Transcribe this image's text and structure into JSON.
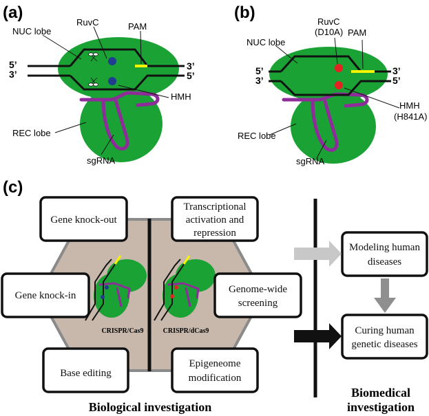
{
  "panel_a": {
    "letter": "(a)",
    "labels": {
      "nuc_lobe": "NUC lobe",
      "ruvc": "RuvC",
      "pam": "PAM",
      "five_prime_left": "5’",
      "three_prime_left": "3’",
      "three_prime_right": "3’",
      "five_prime_right": "5’",
      "hmh": "HMH",
      "rec_lobe": "REC lobe",
      "sgrna": "sgRNA"
    }
  },
  "panel_b": {
    "letter": "(b)",
    "labels": {
      "nuc_lobe": "NUC lobe",
      "ruvc": "RuvC",
      "ruvc_mut": "(D10A)",
      "pam": "PAM",
      "five_prime_left": "5’",
      "three_prime_left": "3’",
      "three_prime_right": "3’",
      "five_prime_right": "5’",
      "hmh": "HMH",
      "hmh_mut": "(H841A)",
      "rec_lobe": "REC lobe",
      "sgrna": "sgRNA"
    }
  },
  "panel_c": {
    "letter": "(c)",
    "boxes": {
      "knockout": "Gene knock-out",
      "knockin": "Gene knock-in",
      "base_editing": "Base editing",
      "transcriptional_1": "Transcriptional",
      "transcriptional_2": "activation and",
      "transcriptional_3": "repression",
      "genome_wide_1": "Genome-wide",
      "genome_wide_2": "screening",
      "epigenome_1": "Epigeneome",
      "epigenome_2": "modification",
      "modeling_1": "Modeling human",
      "modeling_2": "diseases",
      "curing_1": "Curing human",
      "curing_2": "genetic diseases"
    },
    "cas9_label": "CRISPR/Cas9",
    "dcas9_label": "CRISPR/dCas9",
    "biological": "Biological investigation",
    "biomedical_1": "Biomedical",
    "biomedical_2": "investigation"
  },
  "colors": {
    "lobe": "#1aa334",
    "sgrna": "#8e2c9a",
    "pam": "#f5f500",
    "ruvc_active": "#1f3c8f",
    "ruvc_mutant": "#e32222",
    "hexagon": "#c8b7ab"
  }
}
